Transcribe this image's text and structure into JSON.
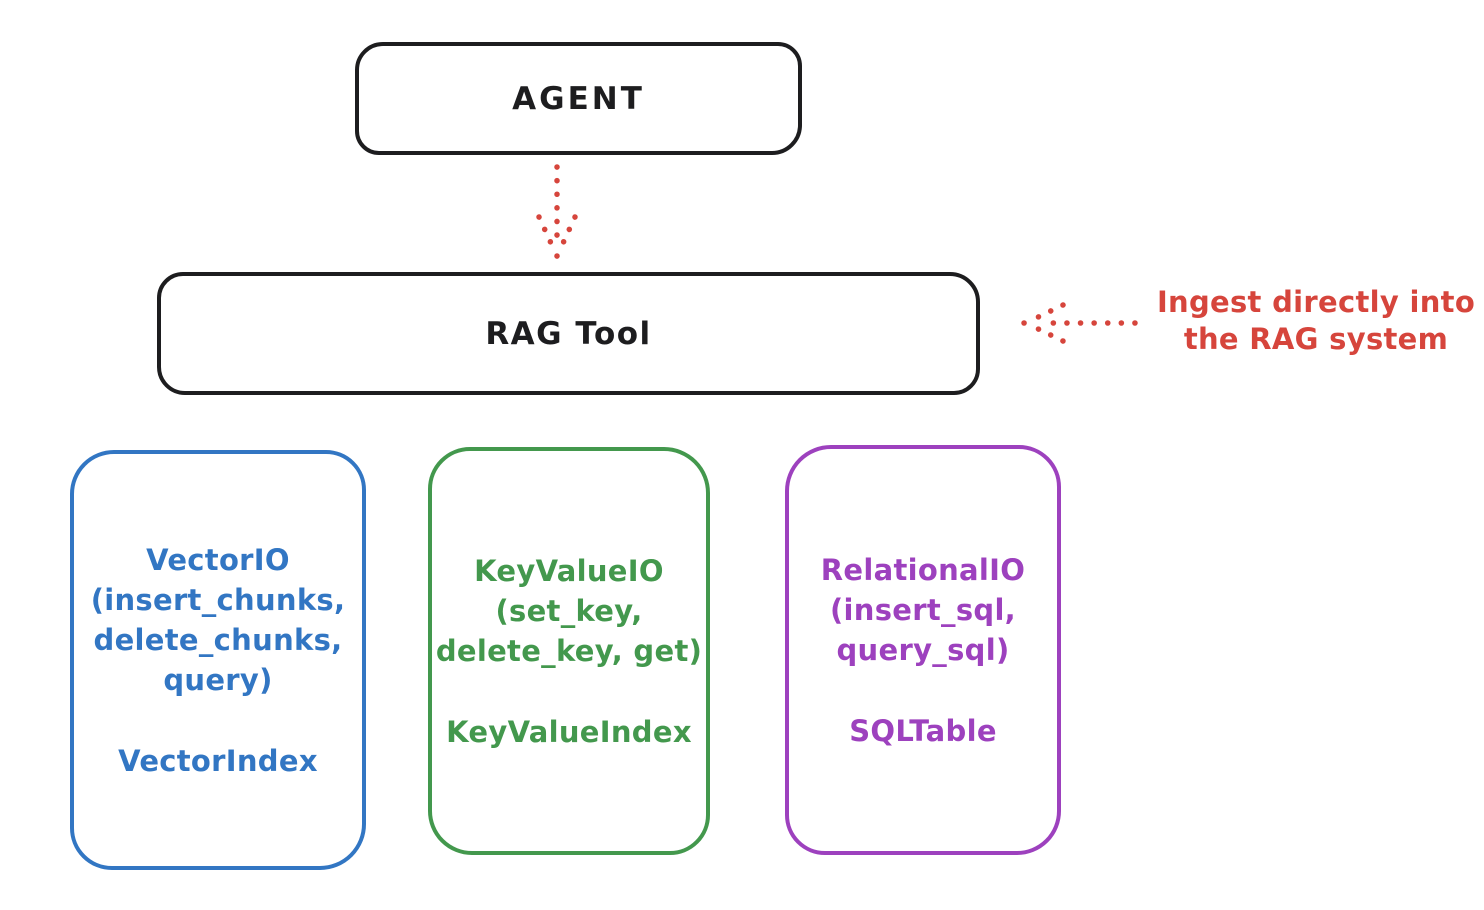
{
  "diagram": {
    "agent_box": {
      "label": "AGENT"
    },
    "rag_tool_box": {
      "label": "RAG Tool"
    },
    "annotation": {
      "line1": "Ingest directly into",
      "line2": "the RAG system"
    },
    "cards": [
      {
        "title": "VectorIO",
        "methods": [
          "(insert_chunks,",
          "delete_chunks,",
          "query)"
        ],
        "index": "VectorIndex"
      },
      {
        "title": "KeyValueIO",
        "methods": [
          "(set_key,",
          "delete_key, get)"
        ],
        "index": "KeyValueIndex"
      },
      {
        "title": "RelationalIO",
        "methods": [
          "(insert_sql,",
          "query_sql)"
        ],
        "index": "SQLTable"
      }
    ],
    "colors": {
      "ink": "#1d1d1f",
      "red": "#d6453c",
      "blue": "#3276c3",
      "green": "#43984d",
      "purple": "#9d41be"
    }
  }
}
